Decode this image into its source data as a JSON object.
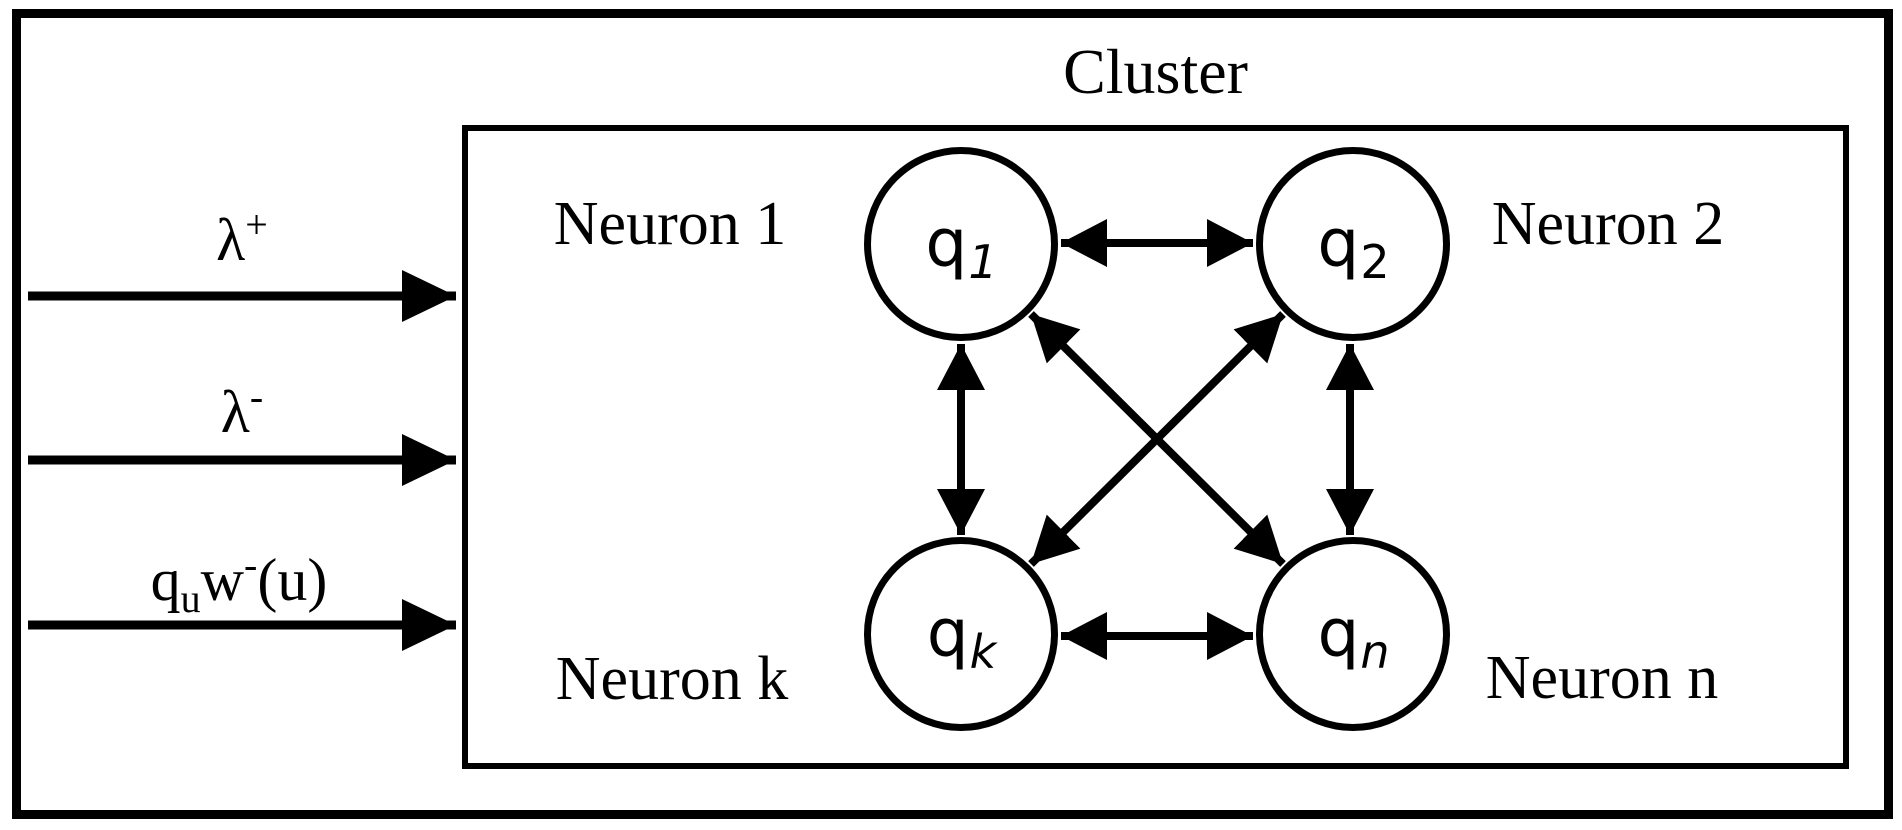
{
  "colors": {
    "ink": "#000000",
    "paper": "#ffffff"
  },
  "title": "Cluster",
  "inputs": {
    "lambda_plus": {
      "base": "λ",
      "sup": "+"
    },
    "lambda_minus": {
      "base": "λ",
      "sup": "-"
    },
    "weighted": {
      "base1": "q",
      "sub1": "u",
      "base2": "w",
      "sup2": "-",
      "tail": "(u)"
    }
  },
  "neurons": [
    {
      "id": "q1",
      "label": "Neuron 1",
      "state_base": "q",
      "state_sub": "1"
    },
    {
      "id": "q2",
      "label": "Neuron 2",
      "state_base": "q",
      "state_sub": "2"
    },
    {
      "id": "qk",
      "label": "Neuron k",
      "state_base": "q",
      "state_sub": "k"
    },
    {
      "id": "qn",
      "label": "Neuron n",
      "state_base": "q",
      "state_sub": "n"
    }
  ],
  "connections": [
    {
      "from": "q1",
      "to": "q2",
      "bidirectional": true
    },
    {
      "from": "qk",
      "to": "qn",
      "bidirectional": true
    },
    {
      "from": "q1",
      "to": "qk",
      "bidirectional": true
    },
    {
      "from": "q2",
      "to": "qn",
      "bidirectional": true
    },
    {
      "from": "q1",
      "to": "qn",
      "bidirectional": true
    },
    {
      "from": "q2",
      "to": "qk",
      "bidirectional": true
    }
  ],
  "external_inputs_target": "Cluster"
}
